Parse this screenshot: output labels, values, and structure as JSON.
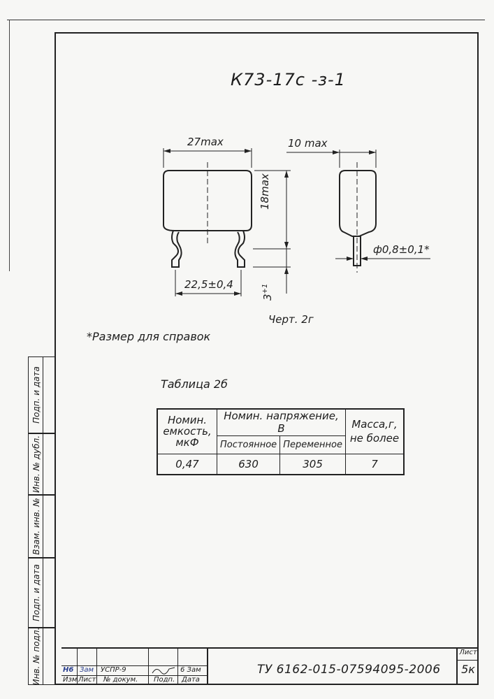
{
  "title": "К73-17с -з-1",
  "drawing": {
    "dim_width": "27max",
    "dim_thickness": "10 max",
    "dim_height": "18max",
    "dim_pitch": "22,5±0,4",
    "dim_lead": "3",
    "dim_lead_sup": "+1",
    "dim_diameter": "ф0,8±0,1*",
    "caption": "Черт. 2г"
  },
  "note": "*Размер для справок",
  "table": {
    "title": "Таблица 2б",
    "headers": {
      "capacity": [
        "Номин.",
        "емкость,",
        "мкФ"
      ],
      "voltage": "Номин. напряжение, В",
      "dc": "Постоянное",
      "ac": "Переменное",
      "mass": [
        "Масса,г,",
        "не более"
      ]
    },
    "row": {
      "capacity": "0,47",
      "dc": "630",
      "ac": "305",
      "mass": "7"
    }
  },
  "sidebar": {
    "labels": [
      "Подп. и дата",
      "Инв. № дубл.",
      "Взам. инв. №",
      "Подп. и дата",
      "Инв. № подл."
    ]
  },
  "titleblock": {
    "row1": [
      "Н6",
      "Зам",
      "УСПР-9",
      "",
      "6 Зам"
    ],
    "row2": [
      "Изм",
      "Лист",
      "№ докум.",
      "Подп.",
      "Дата"
    ],
    "doc_number": "ТУ 6162-015-07594095-2006",
    "sheet_label": "Лист",
    "sheet_value": "5к"
  }
}
